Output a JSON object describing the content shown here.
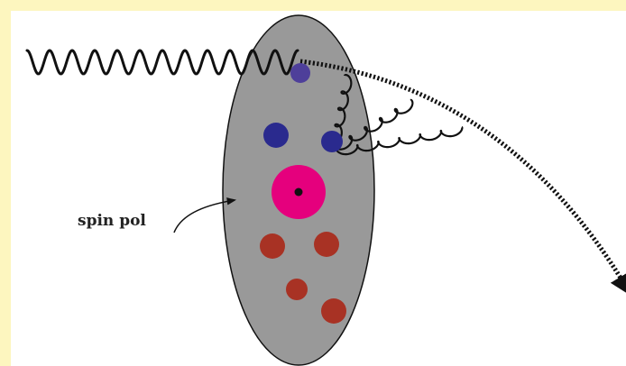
{
  "annotation": {
    "label": "spin pol"
  },
  "colors": {
    "frame": "#fdf6bf",
    "background": "#ffffff",
    "target": "#999999",
    "outline": "#111111",
    "blue_quark": "#2a2a8e",
    "purple_quark": "#4e3f9a",
    "red_quark": "#a83224",
    "polarized_ring": "#e5007d",
    "polarized_center": "#111111"
  },
  "icons": {
    "photon": "wavy-line",
    "gluon": "curly-line",
    "struck_quark": "dotted-arrow"
  }
}
